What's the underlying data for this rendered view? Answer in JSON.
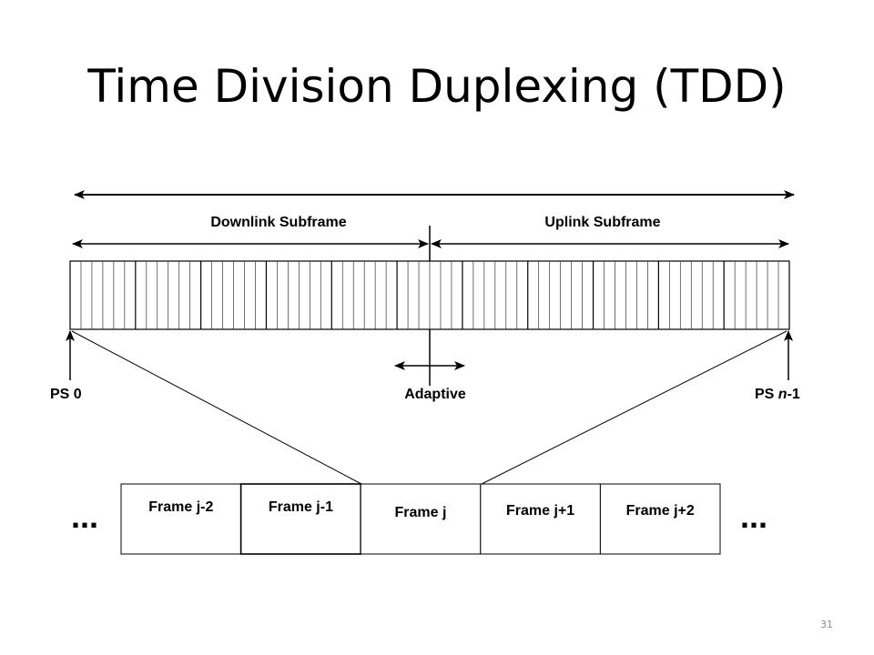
{
  "title": "Time Division Duplexing (TDD)",
  "labels": {
    "downlink": "Downlink Subframe",
    "uplink": "Uplink Subframe",
    "ps_start": "PS 0",
    "ps_end_prefix": "PS ",
    "ps_end_var": "n",
    "ps_end_suffix": "-1",
    "adaptive": "Adaptive",
    "ellipsis": "..."
  },
  "frames": [
    "Frame j-2",
    "Frame j-1",
    "Frame j",
    "Frame j+1",
    "Frame j+2"
  ],
  "slot_count": 66,
  "slot_group": 6,
  "page_number": "31",
  "colors": {
    "line": "#000000",
    "slot_line": "#333333",
    "page_number": "#8a8a8a"
  }
}
